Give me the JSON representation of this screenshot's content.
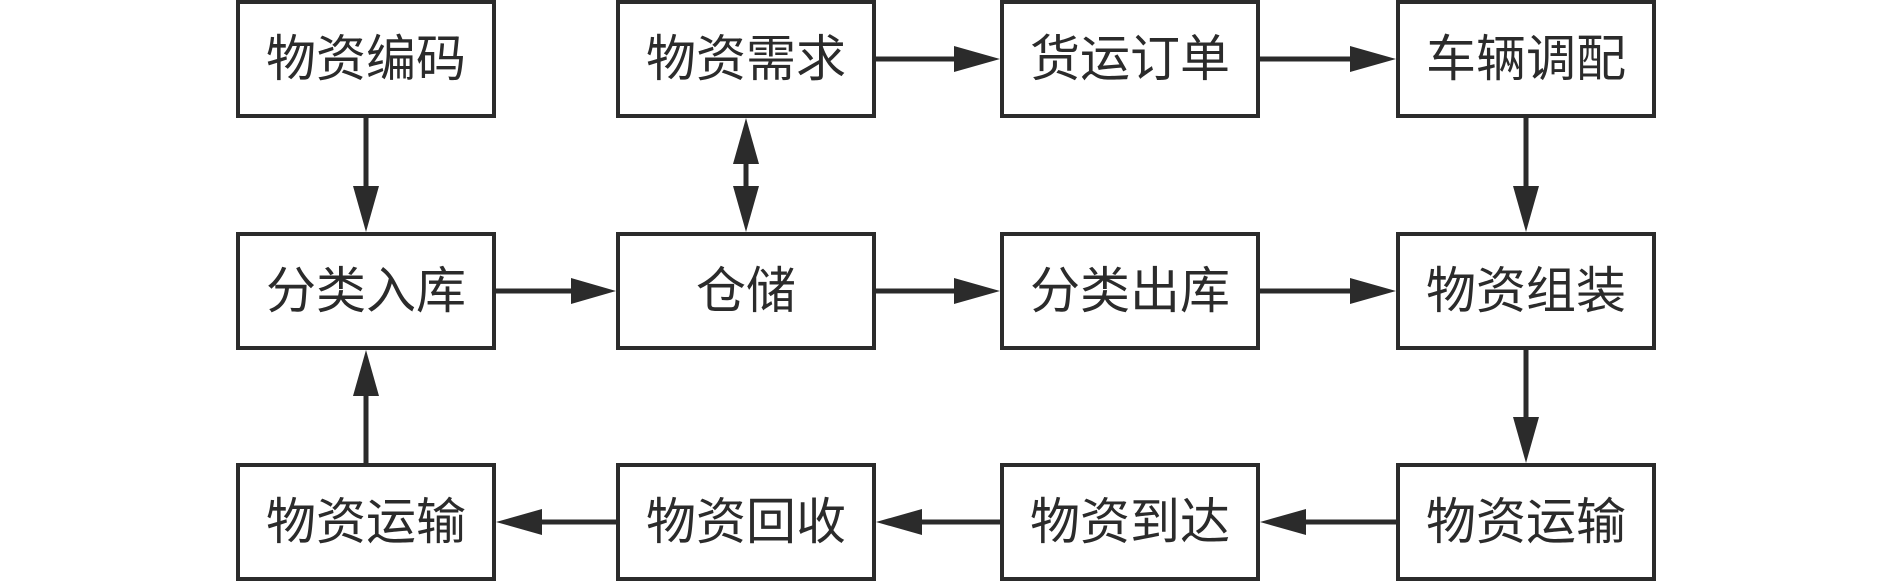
{
  "colors": {
    "stroke": "#2b2b2b",
    "background": "#ffffff"
  },
  "nodes": {
    "material_coding": "物资编码",
    "material_demand": "物资需求",
    "freight_order": "货运订单",
    "vehicle_dispatch": "车辆调配",
    "classified_inbound": "分类入库",
    "storage": "仓储",
    "classified_outbound": "分类出库",
    "material_assembly": "物资组装",
    "material_transport_return": "物资运输",
    "material_recycling": "物资回收",
    "material_arrival": "物资到达",
    "material_transport": "物资运输"
  },
  "edges": [
    {
      "from": "material_coding",
      "to": "classified_inbound"
    },
    {
      "from": "classified_inbound",
      "to": "storage"
    },
    {
      "from": "storage",
      "to": "material_demand",
      "bidirectional": true
    },
    {
      "from": "material_demand",
      "to": "freight_order"
    },
    {
      "from": "freight_order",
      "to": "vehicle_dispatch"
    },
    {
      "from": "vehicle_dispatch",
      "to": "material_assembly"
    },
    {
      "from": "storage",
      "to": "classified_outbound"
    },
    {
      "from": "classified_outbound",
      "to": "material_assembly"
    },
    {
      "from": "material_assembly",
      "to": "material_transport"
    },
    {
      "from": "material_transport",
      "to": "material_arrival"
    },
    {
      "from": "material_arrival",
      "to": "material_recycling"
    },
    {
      "from": "material_recycling",
      "to": "material_transport_return"
    },
    {
      "from": "material_transport_return",
      "to": "classified_inbound"
    }
  ]
}
